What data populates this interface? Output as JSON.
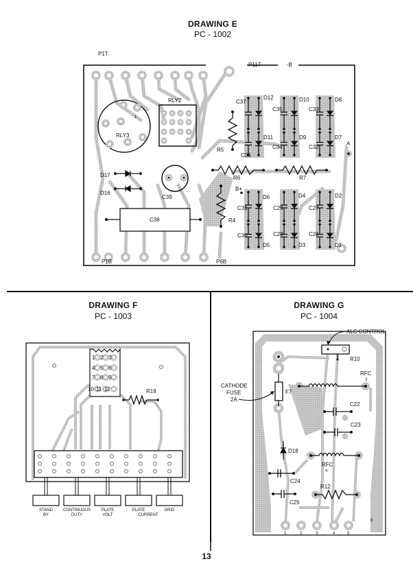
{
  "page_number": "13",
  "drawings": [
    {
      "id": "E",
      "title": "DRAWING E",
      "board": "PC - 1002",
      "labels": {
        "p1t": "P1T",
        "p11t": "P11T",
        "neg_b": "-B",
        "p1b": "P1B",
        "p6b": "P6B",
        "rly2": "RLY2",
        "rly3": "RLY3",
        "rly3_pin": "1",
        "a": "A",
        "b_plus": "B+",
        "d17": "D17",
        "d16": "D16",
        "c39": "C39",
        "c38": "C38",
        "r5": "R5",
        "r6": "R6",
        "r7": "R7",
        "r4": "R4",
        "c37": "C37",
        "c36": "C36",
        "c35": "C35",
        "c34": "C34",
        "c33": "C33",
        "c32": "C32",
        "d12": "D12",
        "d11": "D11",
        "d10": "D10",
        "d9": "D9",
        "d8": "D8",
        "d7": "D7",
        "c31": "C31",
        "c30": "C30",
        "c29": "C29",
        "c28": "C28",
        "c27": "C27",
        "c26": "C26",
        "d6": "D6",
        "d5": "D5",
        "d4": "D4",
        "d3": "D3",
        "d2": "D2",
        "d1": "D1"
      }
    },
    {
      "id": "F",
      "title": "DRAWING F",
      "board": "PC - 1003",
      "switch_pins": [
        "1",
        "2",
        "3",
        "4",
        "5",
        "6",
        "7",
        "8",
        "9",
        "10",
        "11",
        "12"
      ],
      "r19": "R19",
      "switches": [
        {
          "line1": "STAND",
          "line2": "BY"
        },
        {
          "line1": "CONTINUOUS",
          "line2": "DUTY"
        },
        {
          "line1": "PLATE",
          "line2": "VOLT"
        },
        {
          "line1": "PLATE",
          "line2": "CURRENT"
        },
        {
          "line1": "GRID",
          "line2": ""
        }
      ]
    },
    {
      "id": "G",
      "title": "DRAWING G",
      "board": "PC - 1004",
      "labels": {
        "alc": "ALC CONTROL",
        "r10": "R10",
        "rfc3": "RFC",
        "rfc3_n": "3",
        "cathode1": "CATHODE",
        "cathode2": "FUSE",
        "cathode3": "2A",
        "f7": "F7",
        "c22": "C22",
        "c23": "C23",
        "d18": "D18",
        "rfc4": "RFC",
        "rfc4_n": "4",
        "c24": "C24",
        "r12": "R12",
        "c25": "C25",
        "pad6": "6"
      },
      "pins": [
        "1",
        "2",
        "3",
        "4",
        "5"
      ]
    }
  ]
}
